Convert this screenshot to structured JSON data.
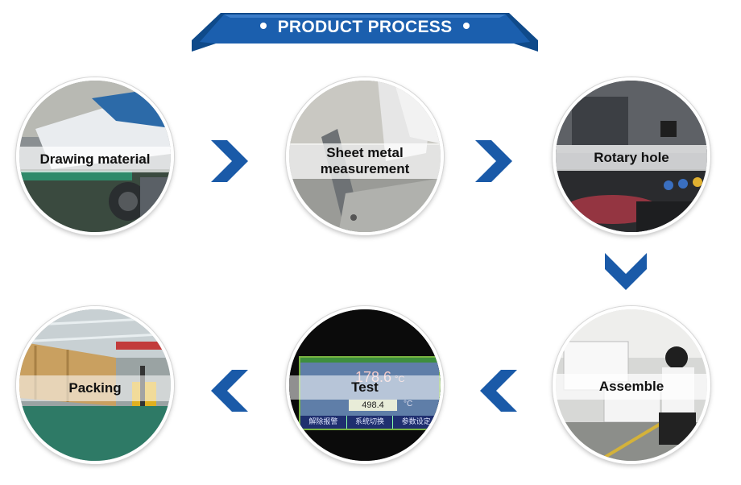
{
  "header": {
    "title": "PRODUCT PROCESS"
  },
  "steps": [
    {
      "label": "Drawing material"
    },
    {
      "label_line1": "Sheet metal",
      "label_line2": "measurement"
    },
    {
      "label": "Rotary hole"
    },
    {
      "label": "Assemble"
    },
    {
      "label": "Test",
      "screen_value_1": "178.6",
      "screen_unit_1": "°C",
      "screen_value_2": "498.4",
      "screen_unit_2": "°C",
      "screen_btn_1": "解除报警",
      "screen_btn_2": "系统切换",
      "screen_btn_3": "参数设定"
    },
    {
      "label": "Packing"
    }
  ],
  "colors": {
    "brand_blue": "#1b5fae",
    "arrow_blue": "#1a5aa8"
  },
  "icons": [
    "arrow-right-icon",
    "arrow-down-icon",
    "arrow-left-icon"
  ]
}
